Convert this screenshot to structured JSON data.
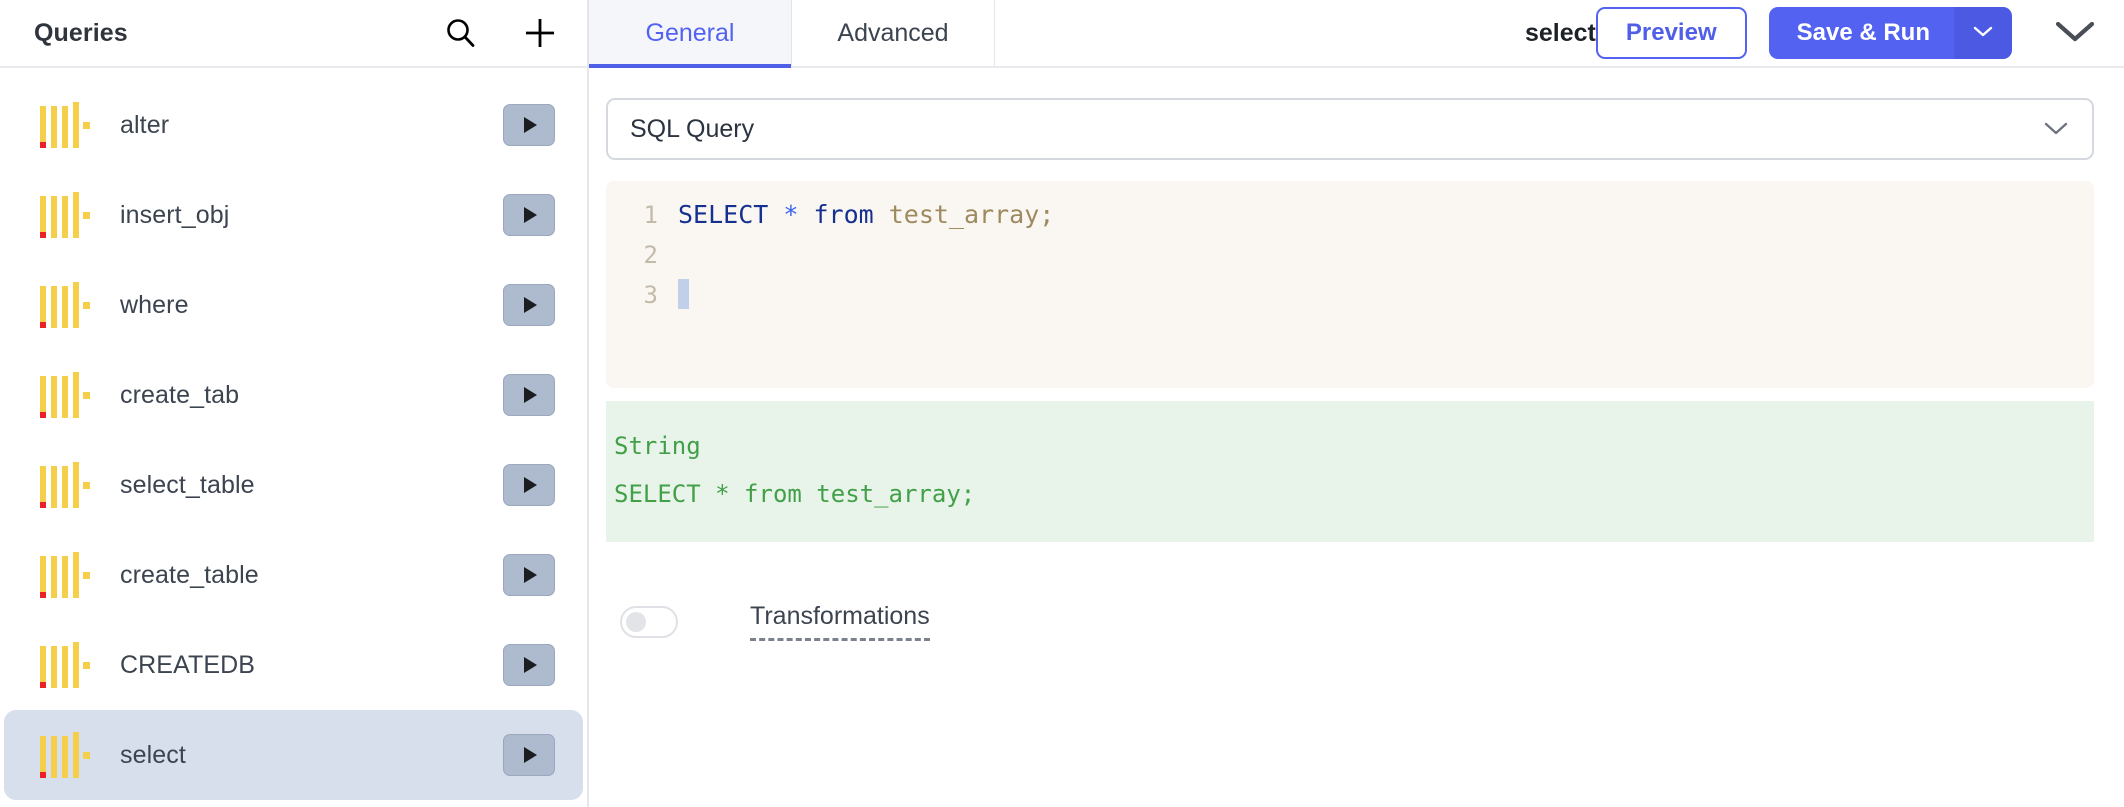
{
  "sidebar": {
    "title": "Queries",
    "search_icon": "search-icon",
    "add_icon": "plus-icon",
    "items": [
      {
        "label": "alter",
        "icon": "query-barcode-icon",
        "run_icon": "play-icon",
        "selected": false
      },
      {
        "label": "insert_obj",
        "icon": "query-barcode-icon",
        "run_icon": "play-icon",
        "selected": false
      },
      {
        "label": "where",
        "icon": "query-barcode-icon",
        "run_icon": "play-icon",
        "selected": false
      },
      {
        "label": "create_tab",
        "icon": "query-barcode-icon",
        "run_icon": "play-icon",
        "selected": false
      },
      {
        "label": "select_table",
        "icon": "query-barcode-icon",
        "run_icon": "play-icon",
        "selected": false
      },
      {
        "label": "create_table",
        "icon": "query-barcode-icon",
        "run_icon": "play-icon",
        "selected": false
      },
      {
        "label": "CREATEDB",
        "icon": "query-barcode-icon",
        "run_icon": "play-icon",
        "selected": false
      },
      {
        "label": "select",
        "icon": "query-barcode-icon",
        "run_icon": "play-icon",
        "selected": true
      }
    ]
  },
  "header": {
    "tabs": [
      {
        "label": "General",
        "active": true
      },
      {
        "label": "Advanced",
        "active": false
      }
    ],
    "document_title": "select",
    "preview_label": "Preview",
    "save_run_label": "Save & Run",
    "save_run_caret_icon": "chevron-down-icon",
    "collapse_icon": "chevron-down-icon"
  },
  "main": {
    "query_type_select": {
      "value": "SQL Query",
      "caret_icon": "chevron-down-icon"
    },
    "editor": {
      "lines": [
        {
          "number": "1",
          "tokens": [
            {
              "text": "SELECT ",
              "type": "keyword"
            },
            {
              "text": "* ",
              "type": "operator"
            },
            {
              "text": "from ",
              "type": "keyword"
            },
            {
              "text": "test_array;",
              "type": "identifier"
            }
          ]
        },
        {
          "number": "2",
          "tokens": []
        },
        {
          "number": "3",
          "tokens": [],
          "cursor": true
        }
      ]
    },
    "result": {
      "type_label": "String",
      "value": "SELECT * from test_array;"
    },
    "transformations": {
      "label": "Transformations",
      "enabled": false
    }
  },
  "colors": {
    "accent": "#5362f0",
    "accent_dark": "#4c5ae3",
    "selected_row": "#d6dfeb",
    "editor_bg": "#faf7f3",
    "result_bg": "#e8f4e9",
    "result_text": "#42a048",
    "icon_yellow": "#f5cf4a",
    "icon_red": "#ec2127",
    "run_button": "#aebacd",
    "keyword": "#16308f",
    "operator": "#3b63f0",
    "identifier": "#9d8a5f"
  }
}
